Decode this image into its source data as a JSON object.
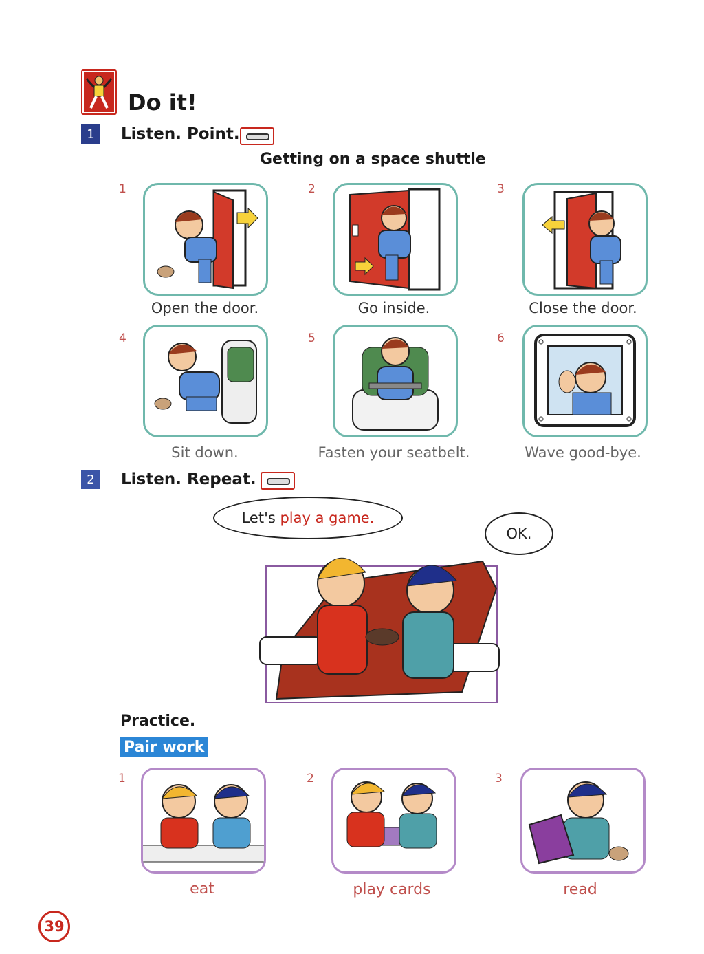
{
  "header": {
    "title": "Do it!"
  },
  "section1": {
    "number": "1",
    "label": "Listen. Point.",
    "subtitle": "Getting on a space shuttle",
    "panels": [
      {
        "number": "1",
        "caption": "Open the door."
      },
      {
        "number": "2",
        "caption": "Go inside."
      },
      {
        "number": "3",
        "caption": "Close the door."
      },
      {
        "number": "4",
        "caption": "Sit down."
      },
      {
        "number": "5",
        "caption": "Fasten your seatbelt."
      },
      {
        "number": "6",
        "caption": "Wave good-bye."
      }
    ]
  },
  "section2": {
    "number": "2",
    "label": "Listen. Repeat.",
    "bubble1": {
      "prefix": "Let's",
      "highlight": "play a game."
    },
    "bubble2": {
      "text": "OK."
    }
  },
  "practice": {
    "label": "Practice.",
    "pair_work": "Pair work",
    "panels": [
      {
        "number": "1",
        "caption": "eat"
      },
      {
        "number": "2",
        "caption": "play cards"
      },
      {
        "number": "3",
        "caption": "read"
      }
    ]
  },
  "page_number": "39",
  "colors": {
    "accent_red": "#c8281e",
    "frame_teal": "#6fb8ac",
    "frame_purple": "#b48ac8",
    "badge_blue": "#2a3d8c",
    "pair_work_blue": "#2b86d6"
  }
}
